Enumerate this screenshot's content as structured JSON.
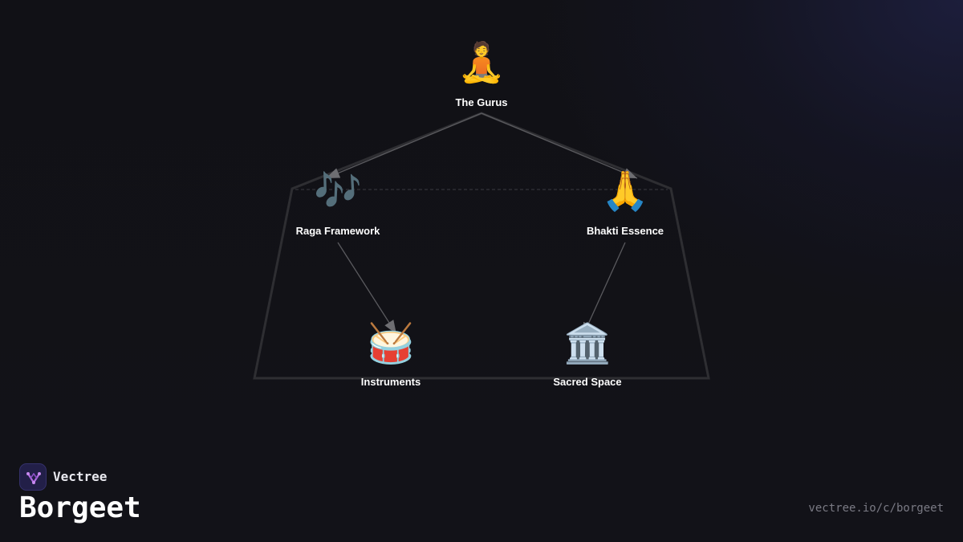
{
  "diagram": {
    "nodes": [
      {
        "id": "gurus",
        "icon": "🧘",
        "icon_name": "meditating-person-icon",
        "label": "The Gurus"
      },
      {
        "id": "raga",
        "icon": "🎶",
        "icon_name": "music-notes-icon",
        "label": "Raga Framework"
      },
      {
        "id": "bhakti",
        "icon": "🙏",
        "icon_name": "folded-hands-icon",
        "label": "Bhakti Essence"
      },
      {
        "id": "instruments",
        "icon": "🥁",
        "icon_name": "drum-icon",
        "label": "Instruments"
      },
      {
        "id": "sacred",
        "icon": "🏛️",
        "icon_name": "classical-building-icon",
        "label": "Sacred Space"
      }
    ],
    "edges": [
      {
        "from": "gurus",
        "to": "raga"
      },
      {
        "from": "gurus",
        "to": "bhakti"
      },
      {
        "from": "raga",
        "to": "instruments"
      },
      {
        "from": "bhakti",
        "to": "sacred"
      },
      {
        "from": "raga",
        "to": "bhakti",
        "style": "dashed"
      }
    ]
  },
  "branding": {
    "brand_name": "Vectree",
    "logo_icon": "vectree-logo-icon",
    "title": "Borgeet",
    "url": "vectree.io/c/borgeet"
  },
  "colors": {
    "background": "#111116",
    "outline": "#2e2e32",
    "edge": "#5a5a5e",
    "arrowhead": "#6e6e72",
    "brand_accent": "#b06ae0"
  }
}
